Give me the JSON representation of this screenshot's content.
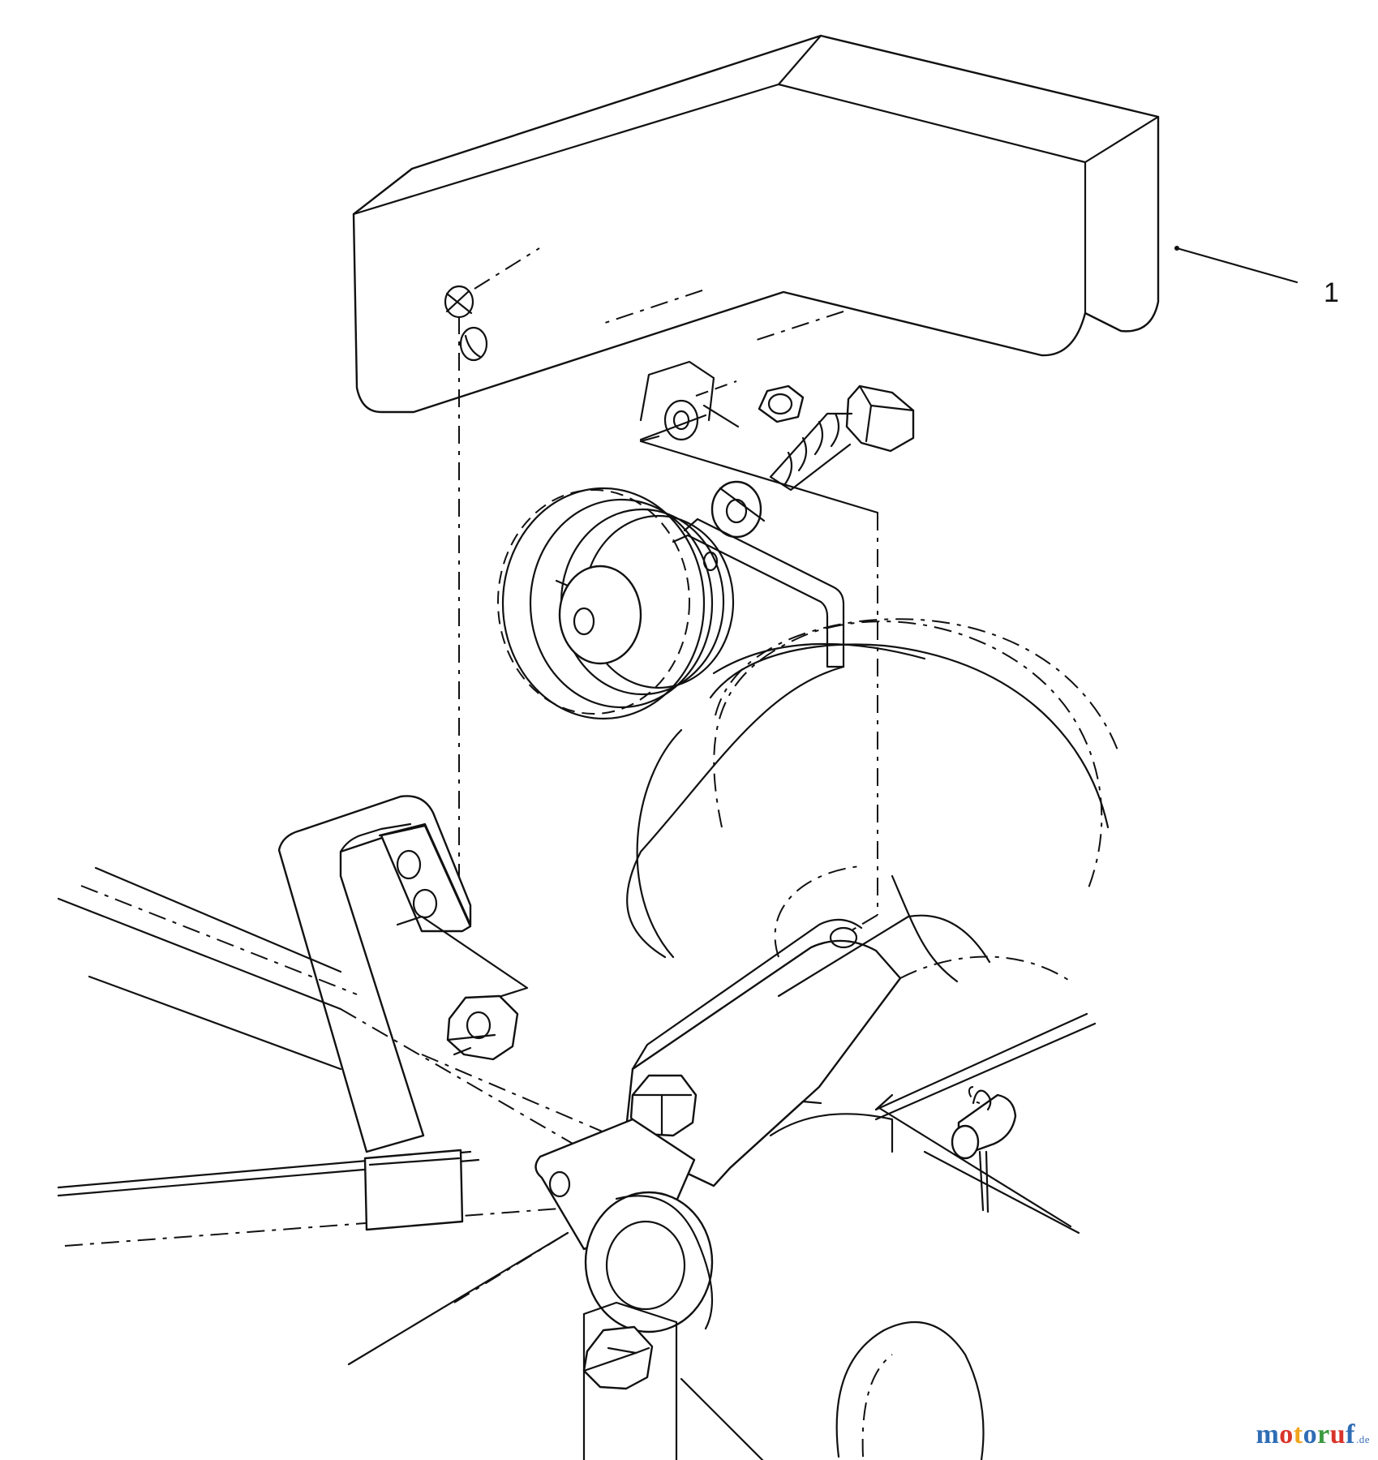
{
  "diagram": {
    "callouts": [
      {
        "label": "1"
      }
    ]
  },
  "watermark": {
    "text": "motoruf",
    "suffix": ".de",
    "letters": [
      {
        "ch": "m",
        "color": "#2f6db5"
      },
      {
        "ch": "o",
        "color": "#d9342b"
      },
      {
        "ch": "t",
        "color": "#f1a51d"
      },
      {
        "ch": "o",
        "color": "#2f6db5"
      },
      {
        "ch": "r",
        "color": "#3a9a3f"
      },
      {
        "ch": "u",
        "color": "#d9342b"
      },
      {
        "ch": "f",
        "color": "#2f6db5"
      }
    ]
  }
}
